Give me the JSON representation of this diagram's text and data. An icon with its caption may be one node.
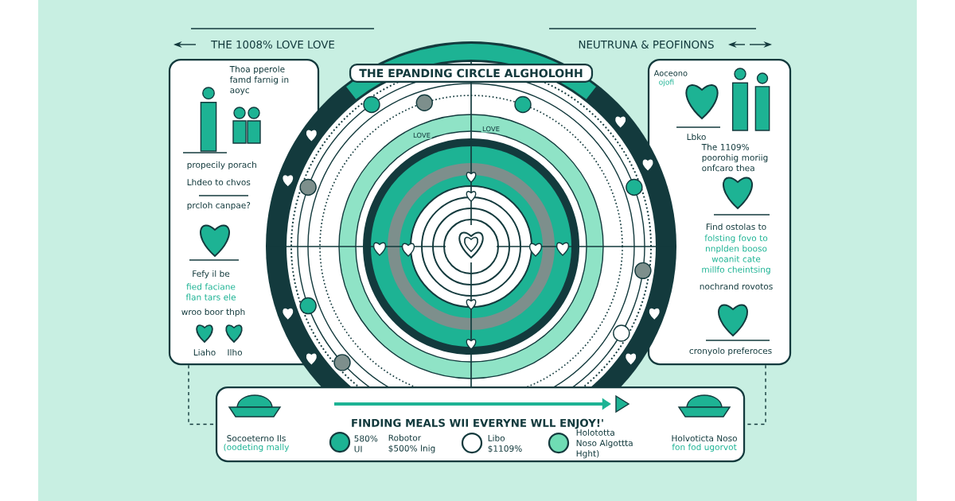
{
  "diagram": {
    "nodes": [
      {
        "text": [
          "Thoa pperole famd farnig in aoyc",
          "propecily porach",
          "Lhdeo to chvos",
          "prcloh canpae?",
          "Fefy il be",
          "fied faciane flan tars ele",
          "wroo boor thph",
          "Liaho",
          "Ilho"
        ]
      },
      {
        "text": [
          "Aoceono",
          "ojofi",
          "Lbko",
          "The 1109% poorohig moriig onfcaro thea",
          "Find ostolas to",
          "folsting fovo to nnplden booso woanit cate millfo cheintsing",
          "nochrand rovotos",
          "cronyolo preferoces"
        ]
      },
      {
        "text": [
          "FINDING MEALS WII EVERYNE WLL ENJOY!'",
          "Socoeterno Ils",
          "(oodeting mally",
          "Robotor $500% lnig",
          "Holvoticta Noso",
          "fon fod ugorvot"
        ]
      },
      {
        "text": [
          "THE EPANDING CIRCLE ALGHOLOHH"
        ]
      }
    ],
    "edges": [
      {
        "from": 0,
        "to": 2,
        "arrow": "none",
        "style": "dashed"
      },
      {
        "from": 1,
        "to": 2,
        "arrow": "none",
        "style": "dashed"
      }
    ],
    "labels": [
      "THE 1008% LOVE LOVE",
      "NEUTRUNA & PEOFINONS",
      "LOVE",
      "LOVE"
    ],
    "legend": [
      {
        "text": "580% UI",
        "color": "#1db394"
      },
      {
        "text": "Libo $1109%"
      },
      {
        "text": "Holototta Noso Algottta Hght)",
        "color": "#6fdcb4"
      }
    ]
  }
}
